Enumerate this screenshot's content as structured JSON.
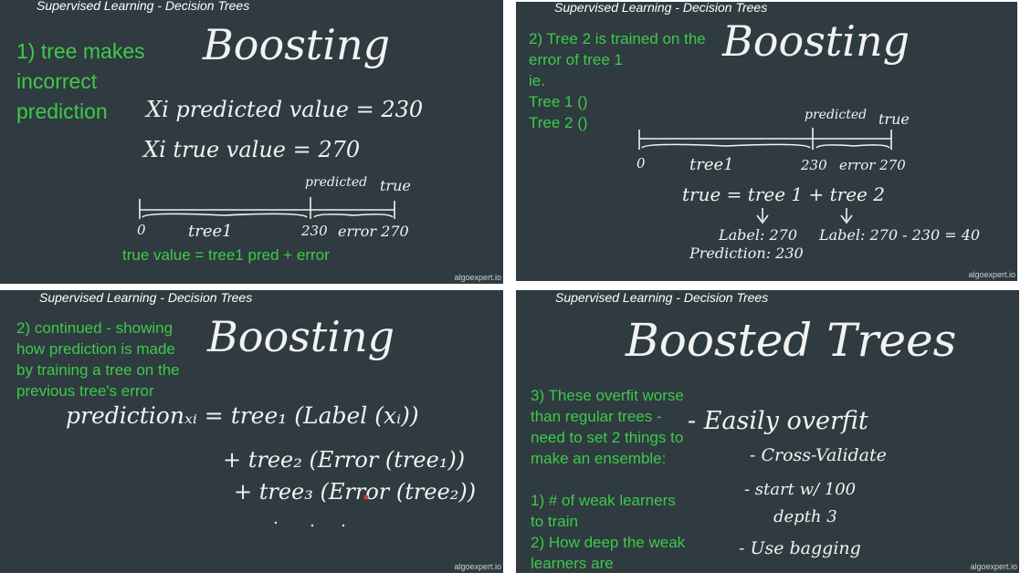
{
  "panels": {
    "p1": {
      "title": "Supervised Learning - Decision Trees",
      "note_lines": [
        "1) tree makes",
        "incorrect",
        "prediction"
      ],
      "heading": "Boosting",
      "line1": "Xi predicted value = 230",
      "line2": "Xi true value = 270",
      "lbl_predicted": "predicted",
      "lbl_true": "true",
      "tick_0": "0",
      "tick_tree": "tree1",
      "tick_230": "230",
      "tick_error": "error 270",
      "formula": "true value = tree1 pred + error",
      "watermark": "algoexpert.io"
    },
    "p2": {
      "title": "Supervised Learning - Decision Trees",
      "note_lines": [
        "2) Tree 2 is trained on the",
        "error of tree 1",
        "ie.",
        "Tree 1 ()",
        "Tree 2 ()"
      ],
      "heading": "Boosting",
      "lbl_predicted": "predicted",
      "lbl_true": "true",
      "tick_0": "0",
      "tick_tree": "tree1",
      "tick_230": "230",
      "tick_error": "error 270",
      "equation": "true = tree 1 + tree 2",
      "label1": "Label: 270",
      "prediction1": "Prediction: 230",
      "label2": "Label: 270 - 230 = 40",
      "watermark": "algoexpert.io"
    },
    "p3": {
      "title": "Supervised Learning - Decision Trees",
      "note_lines": [
        "2) continued - showing",
        "how prediction is made",
        "by training a tree on the",
        "previous tree's error"
      ],
      "heading": "Boosting",
      "eq1": "predictionₓᵢ = tree₁ (Label (xᵢ))",
      "eq2": "+ tree₂ (Error (tree₁))",
      "eq3": "+ tree₃ (Error (tree₂))",
      "watermark": "algoexpert.io"
    },
    "p4": {
      "title": "Supervised Learning - Decision Trees",
      "heading": "Boosted  Trees",
      "note_lines": [
        "3) These overfit worse",
        "than regular trees -",
        "need to set 2 things to",
        "make an ensemble:",
        "",
        "1) # of weak learners",
        "to train",
        "2) How deep the weak",
        "learners are"
      ],
      "bullet1": "- Easily overfit",
      "bullet2": "- Cross-Validate",
      "bullet3a": "- start w/ 100",
      "bullet3b": "depth 3",
      "bullet4": "- Use bagging",
      "watermark": "algoexpert.io"
    }
  }
}
